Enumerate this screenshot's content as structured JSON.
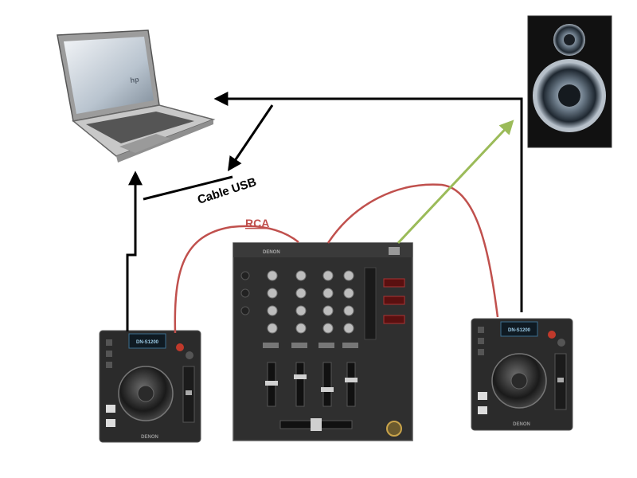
{
  "labels": {
    "usb": "Cable USB",
    "rca": "RCA",
    "laptop_brand": "hp",
    "cdj_model": "DN-S1200",
    "cdj_brand": "DENON",
    "mixer_brand": "DENON"
  },
  "colors": {
    "background": "#ffffff",
    "usb_cable": "#000000",
    "rca_cable": "#c0504d",
    "audio_out": "#9bbb59",
    "device_body": "#2b2b2b",
    "laptop_silver": "#bfbfbf"
  },
  "icons": {
    "laptop": "laptop-icon",
    "speaker": "speaker-icon",
    "mixer": "mixer-icon",
    "cd_player": "cd-player-icon"
  }
}
